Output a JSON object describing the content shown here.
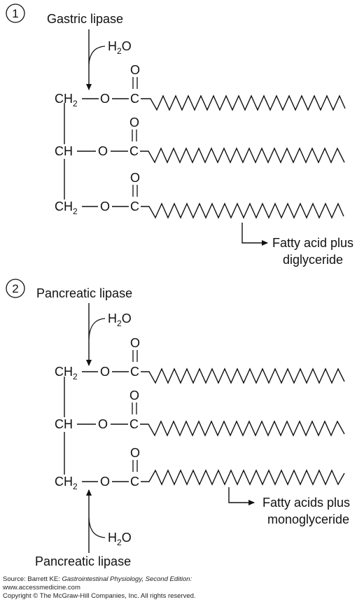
{
  "panel1": {
    "number": "1",
    "enzyme": "Gastric lipase",
    "water": "H",
    "water_sub": "2",
    "water_o": "O",
    "rows": [
      {
        "carbon": "CH",
        "carbon_sub": "2",
        "ester_o": "O",
        "carbonyl_c": "C",
        "carbonyl_o": "O"
      },
      {
        "carbon": "CH",
        "carbon_sub": "",
        "ester_o": "O",
        "carbonyl_c": "C",
        "carbonyl_o": "O"
      },
      {
        "carbon": "CH",
        "carbon_sub": "2",
        "ester_o": "O",
        "carbonyl_c": "C",
        "carbonyl_o": "O"
      }
    ],
    "product_line1": "Fatty acid plus",
    "product_line2": "diglyceride"
  },
  "panel2": {
    "number": "2",
    "enzyme_top": "Pancreatic lipase",
    "enzyme_bottom": "Pancreatic lipase",
    "water": "H",
    "water_sub": "2",
    "water_o": "O",
    "rows": [
      {
        "carbon": "CH",
        "carbon_sub": "2",
        "ester_o": "O",
        "carbonyl_c": "C",
        "carbonyl_o": "O"
      },
      {
        "carbon": "CH",
        "carbon_sub": "",
        "ester_o": "O",
        "carbonyl_c": "C",
        "carbonyl_o": "O"
      },
      {
        "carbon": "CH",
        "carbon_sub": "2",
        "ester_o": "O",
        "carbonyl_c": "C",
        "carbonyl_o": "O"
      }
    ],
    "product_line1": "Fatty acids plus",
    "product_line2": "monoglyceride"
  },
  "footer": {
    "source_prefix": "Source: Barrett KE: ",
    "source_title": "Gastrointestinal Physiology, Second Edition:",
    "website": "www.accessmedicine.com",
    "copyright": "Copyright © The McGraw-Hill Companies, Inc. All rights reserved."
  }
}
